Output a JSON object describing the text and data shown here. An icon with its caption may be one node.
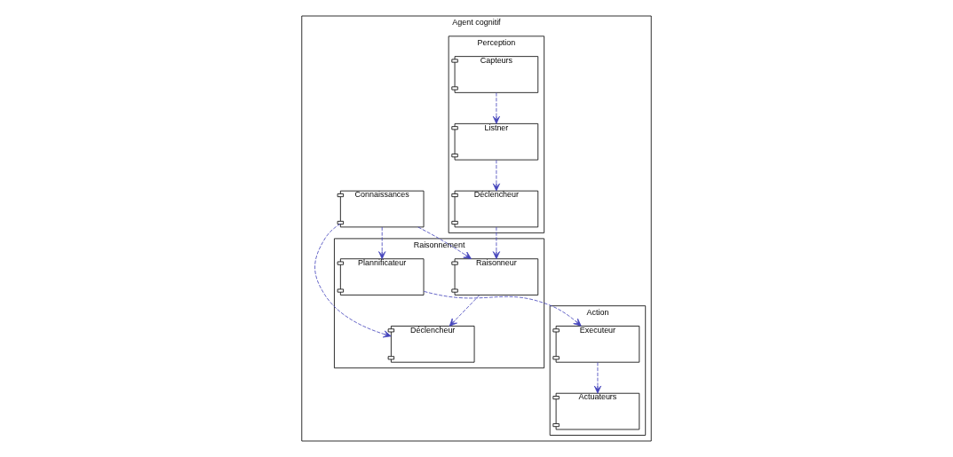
{
  "diagram": {
    "nodes": [
      {
        "text": [
          "Agent cognitif"
        ]
      },
      {
        "text": [
          "Perception"
        ],
        "in": 0
      },
      {
        "text": [
          "Listner"
        ],
        "in": 1
      },
      {
        "text": [
          "Déclencheur"
        ],
        "in": 1
      },
      {
        "text": [
          "Capteurs"
        ],
        "in": 1
      },
      {
        "text": [
          "Connaissances"
        ],
        "in": 0
      },
      {
        "text": [
          "Raisonnement"
        ],
        "in": 0
      },
      {
        "text": [
          "Raisonneur"
        ],
        "in": 6
      },
      {
        "text": [
          "Déclencheur"
        ],
        "in": 6
      },
      {
        "text": [
          "Plannificateur"
        ],
        "in": 6
      },
      {
        "text": [
          "Action"
        ],
        "in": 0
      },
      {
        "text": [
          "Executeur"
        ],
        "in": 10
      },
      {
        "text": [
          "Actuateurs"
        ],
        "in": 10
      }
    ],
    "edges": [
      {
        "from": 4,
        "to": 2,
        "arrow": "to",
        "style": "dashed"
      },
      {
        "from": 2,
        "to": 3,
        "arrow": "to",
        "style": "dashed"
      },
      {
        "from": 3,
        "to": 7,
        "arrow": "to",
        "style": "dashed"
      },
      {
        "from": 7,
        "to": 8,
        "arrow": "to",
        "style": "dashed"
      },
      {
        "from": 5,
        "to": 7,
        "arrow": "to",
        "style": "dashed"
      },
      {
        "from": 5,
        "to": 8,
        "arrow": "to",
        "style": "dashed"
      },
      {
        "from": 5,
        "to": 9,
        "arrow": "to",
        "style": "dashed"
      },
      {
        "from": 9,
        "to": 11,
        "arrow": "to",
        "style": "dashed"
      },
      {
        "from": 11,
        "to": 12,
        "arrow": "to",
        "style": "dashed"
      }
    ]
  }
}
